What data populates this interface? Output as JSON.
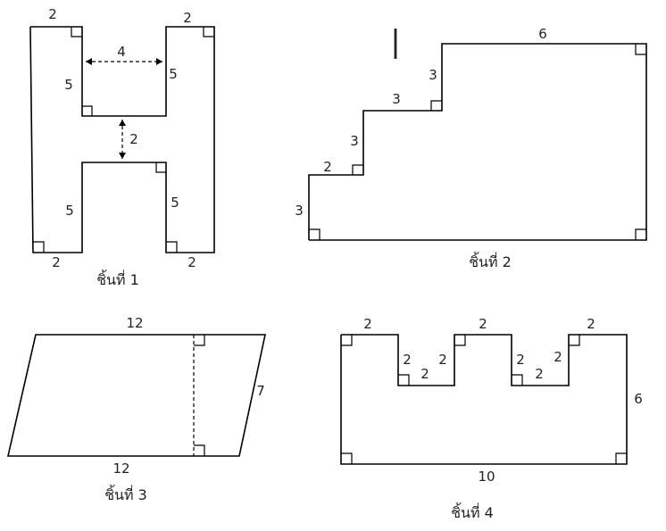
{
  "pieces": [
    {
      "caption": "ชิ้นที่ 1",
      "labels": {
        "top_left": "2",
        "top_right": "2",
        "inner_width": "4",
        "upper_left_leg": "5",
        "upper_right_leg": "5",
        "crossbar_gap": "2",
        "lower_left_leg": "5",
        "lower_right_leg": "5",
        "bottom_left": "2",
        "bottom_right": "2"
      }
    },
    {
      "caption": "ชิ้นที่ 2",
      "labels": {
        "top": "6",
        "riser_top": "3",
        "tread_upper": "3",
        "riser_mid": "3",
        "tread_lower": "2",
        "left_side": "3"
      },
      "mark": "|"
    },
    {
      "caption": "ชิ้นที่ 3",
      "labels": {
        "top": "12",
        "bottom": "12",
        "slant_side": "7"
      }
    },
    {
      "caption": "ชิ้นที่ 4",
      "labels": {
        "top_left": "2",
        "notch1_left": "2",
        "notch1_right": "2",
        "notch1_bottom": "2",
        "top_middle": "2",
        "notch2_left": "2",
        "notch2_right": "2",
        "notch2_bottom": "2",
        "top_right": "2",
        "right_side": "6",
        "bottom": "10"
      }
    }
  ]
}
